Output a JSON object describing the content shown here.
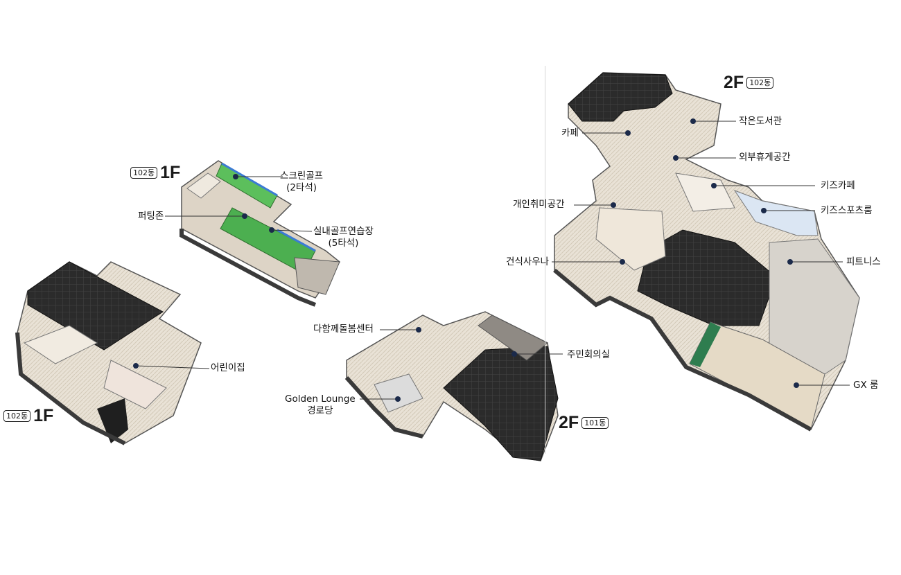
{
  "floor_tags": {
    "b102_1f_top": {
      "building": "102동",
      "floor": "1F"
    },
    "b102_1f_bottom": {
      "building": "102동",
      "floor": "1F"
    },
    "b101_2f": {
      "building": "101동",
      "floor": "2F"
    },
    "b102_2f": {
      "building": "102동",
      "floor": "2F"
    }
  },
  "labels": {
    "screen_golf": "스크린골프",
    "screen_golf_sub": "(2타석)",
    "putting_zone": "퍼팅존",
    "indoor_golf": "실내골프연습장",
    "indoor_golf_sub": "(5타석)",
    "daycare": "어린이집",
    "care_center": "다함께돌봄센터",
    "golden_lounge": "Golden Lounge",
    "senior_hall": "경로당",
    "resident_meeting": "주민회의실",
    "cafe": "카페",
    "small_library": "작은도서관",
    "outdoor_lounge": "외부휴게공간",
    "kids_cafe": "키즈카페",
    "hobby_space": "개인취미공간",
    "kids_sports": "키즈스포츠룸",
    "dry_sauna": "건식사우나",
    "fitness": "피트니스",
    "gx_room": "GX 룸"
  },
  "colors": {
    "marker": "#1b2a4a",
    "dark_block": "#2a2a2a",
    "floor_beige": "#e6ddcf",
    "golf_green": "#4caf50",
    "gx_green": "#2e7d4f"
  }
}
